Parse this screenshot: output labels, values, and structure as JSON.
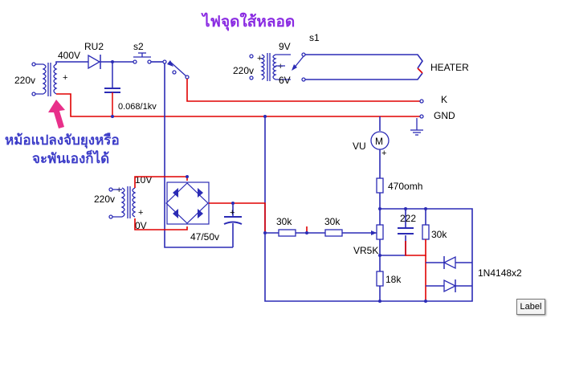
{
  "title": "ไฟจุดใส้หลอด",
  "note": {
    "line1": "หม้อแปลงจับยุงหรือ",
    "line2": "จะพันเองก็ได้"
  },
  "accent_color": "#8a2be2",
  "note_color": "#3c3cc8",
  "arrow_color": "#e8308a",
  "wire_colors": {
    "blue": "#2b2bb5",
    "red": "#e00000"
  },
  "labels": {
    "xfmr1_in": "220v",
    "xfmr1_out": "400V",
    "diode": "RU2",
    "switch2": "s2",
    "cap1": "0.068/1kv",
    "xfmr2_in": "220v",
    "xfmr2_out_top": "9V",
    "xfmr2_out_bot": "6V",
    "switch1": "s1",
    "heater": "HEATER",
    "cathode": "K",
    "ground": "GND",
    "meter_letter": "M",
    "meter": "VU",
    "plus": "+",
    "r_top": "470omh",
    "xfmr3_in": "220v",
    "xfmr3_out_top": "10V",
    "xfmr3_out_bot": "0V",
    "cap_filter": "47/50v",
    "r1": "30k",
    "r2": "30k",
    "vr": "VR5K",
    "cap222": "222",
    "r30k_right": "30k",
    "r18k": "18k",
    "diodes": "1N4148x2",
    "label_button": "Label"
  }
}
